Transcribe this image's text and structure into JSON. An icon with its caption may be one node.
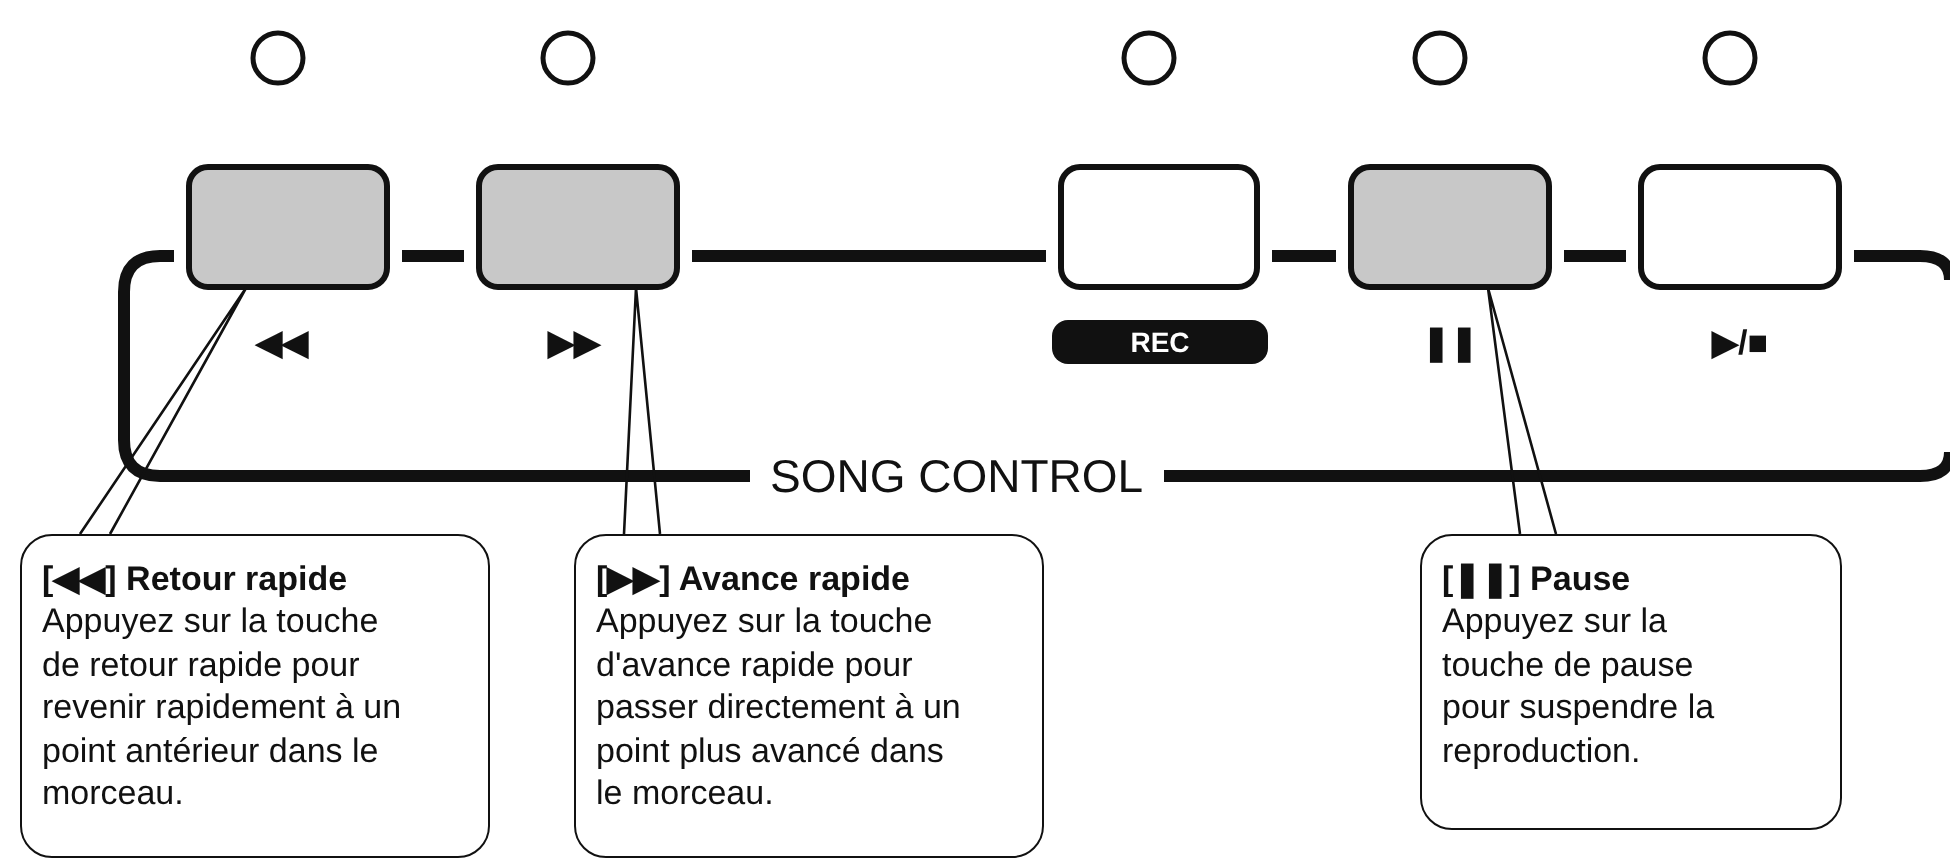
{
  "diagram": {
    "nodes": [
      {
        "text": [],
        "shape": "box",
        "beside": [
          "◀◀"
        ]
      },
      {
        "text": [],
        "shape": "box",
        "beside": [
          "▶▶"
        ]
      },
      {
        "text": [],
        "shape": "box",
        "beside": [
          "REC"
        ]
      },
      {
        "text": [],
        "shape": "box",
        "beside": [
          "❚❚"
        ]
      },
      {
        "text": [],
        "shape": "box",
        "beside": [
          "▶/■"
        ]
      },
      {
        "text": [
          "[◀◀] Retour rapide",
          "Appuyez sur la touche de retour rapide pour revenir rapidement à un point antérieur dans le morceau."
        ]
      },
      {
        "text": [
          "[▶▶] Avance rapide",
          "Appuyez sur la touche d'avance rapide pour passer directement à un point plus avancé dans le morceau."
        ]
      },
      {
        "text": [
          "[❚❚] Pause",
          "Appuyez sur la touche de pause pour suspendre la reproduction."
        ]
      }
    ],
    "edges": [
      {
        "from": 5,
        "to": 0,
        "arrow": "none"
      },
      {
        "from": 6,
        "to": 1,
        "arrow": "none"
      },
      {
        "from": 7,
        "to": 3,
        "arrow": "none"
      }
    ],
    "labels": [
      "SONG CONTROL"
    ]
  }
}
